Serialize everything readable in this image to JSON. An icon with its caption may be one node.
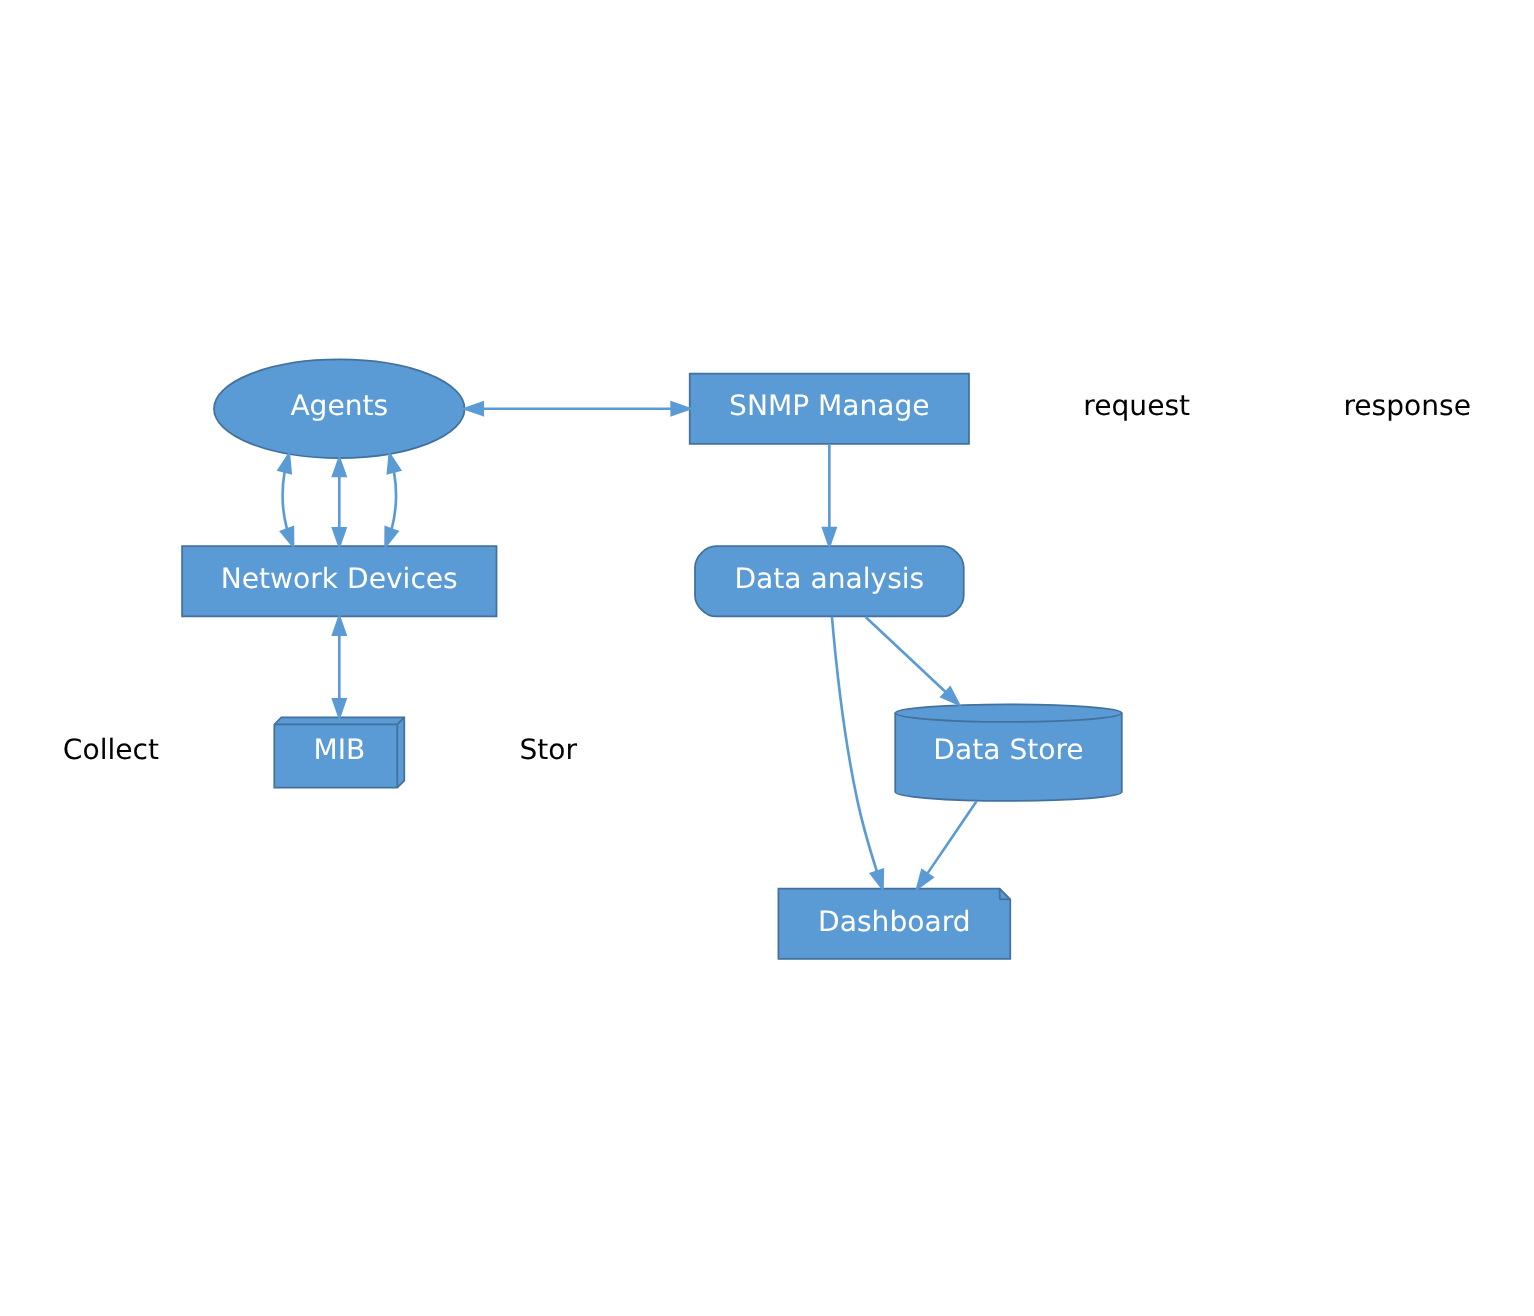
{
  "diagram": {
    "nodes": [
      {
        "text": [
          "Agents"
        ]
      },
      {
        "text": [
          "SNMP Manage"
        ]
      },
      {
        "text": [
          "Network Devices"
        ]
      },
      {
        "text": [
          "Data analysis"
        ]
      },
      {
        "text": [
          "MIB"
        ]
      },
      {
        "text": [
          "Dashboard"
        ]
      },
      {
        "text": [
          "Data Store"
        ]
      }
    ],
    "edges": [
      {
        "from": 0,
        "to": 1,
        "arrow": "both"
      },
      {
        "from": 0,
        "to": 2,
        "arrow": "both"
      },
      {
        "from": 0,
        "to": 2,
        "arrow": "both"
      },
      {
        "from": 0,
        "to": 2,
        "arrow": "both"
      },
      {
        "from": 1,
        "to": 3,
        "arrow": "to"
      },
      {
        "from": 2,
        "to": 4,
        "arrow": "both"
      },
      {
        "from": 3,
        "to": 5,
        "arrow": "to"
      },
      {
        "from": 3,
        "to": 6,
        "arrow": "to"
      },
      {
        "from": 6,
        "to": 5,
        "arrow": "to"
      }
    ],
    "labels": [
      "request",
      "response",
      "Collect",
      "Stor"
    ]
  }
}
